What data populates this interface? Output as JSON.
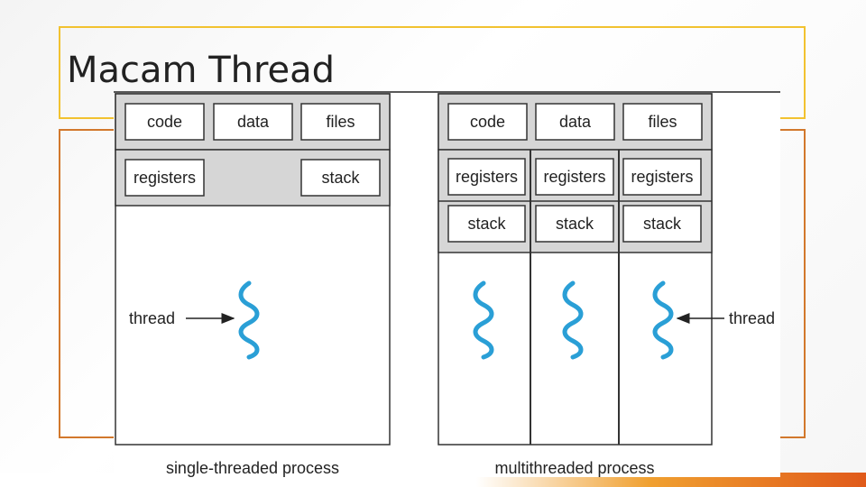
{
  "slide": {
    "title": "Macam Thread"
  },
  "diagram": {
    "single": {
      "code": "code",
      "data": "data",
      "files": "files",
      "registers": "registers",
      "stack": "stack",
      "thread_label": "thread",
      "caption": "single-threaded process"
    },
    "multi": {
      "code": "code",
      "data": "data",
      "files": "files",
      "registers": [
        "registers",
        "registers",
        "registers"
      ],
      "stack": [
        "stack",
        "stack",
        "stack"
      ],
      "thread_label": "thread",
      "caption": "multithreaded process"
    },
    "colors": {
      "panel_gray": "#d6d6d6",
      "thread_blue": "#2a9fd6",
      "outline": "#333333"
    }
  }
}
